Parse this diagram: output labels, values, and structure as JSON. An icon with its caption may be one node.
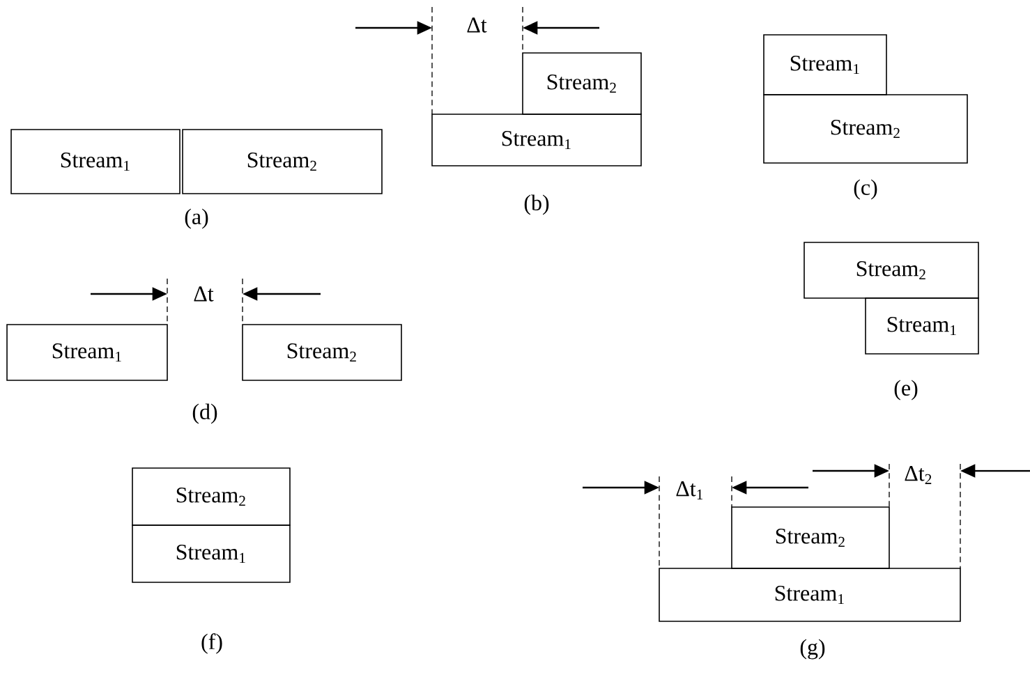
{
  "diagram": {
    "nodes": [
      {
        "text": [
          "Stream$_{2}$"
        ]
      },
      {
        "text": [
          "Stream$_{1}$"
        ]
      },
      {
        "text": [
          "Stream$_{1}$"
        ]
      },
      {
        "text": [
          "Stream$_{2}$"
        ]
      },
      {
        "text": [
          "Stream$_{1}$"
        ]
      },
      {
        "text": [
          "Stream$_{2}$"
        ]
      },
      {
        "text": [
          "Stream$_{1}$"
        ]
      },
      {
        "text": [
          "Stream$_{2}$"
        ]
      },
      {
        "text": [
          "Stream$_{2}$"
        ]
      },
      {
        "text": [
          "Stream$_{1}$"
        ]
      },
      {
        "text": [
          "Stream$_{2}$"
        ]
      },
      {
        "text": [
          "Stream$_{1}$"
        ]
      },
      {
        "text": [
          "Stream$_{2}$"
        ]
      },
      {
        "text": [
          "Stream$_{1}$"
        ]
      }
    ],
    "labels": [
      "Δt",
      "(a)",
      "(b)",
      "(c)",
      "Δt",
      "(d)",
      "(e)",
      "(f)",
      "Δt$_{1}$",
      "Δt$_{2}$",
      "(g)"
    ]
  }
}
